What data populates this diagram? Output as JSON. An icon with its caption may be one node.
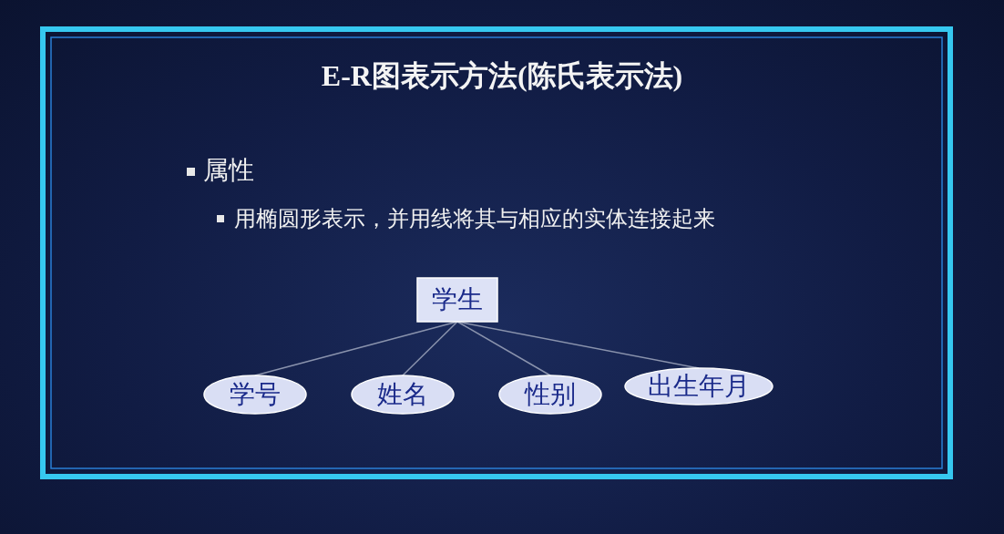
{
  "diagram": {
    "title": "E-R图表示方法(陈氏表示法)",
    "nodes": [
      {
        "text": [
          "学生"
        ]
      },
      {
        "text": [
          "学号"
        ]
      },
      {
        "text": [
          "姓名"
        ]
      },
      {
        "text": [
          "性别"
        ]
      },
      {
        "text": [
          "出生年月"
        ]
      }
    ],
    "edges": [
      {
        "from": 0,
        "to": 1,
        "arrow": "none"
      },
      {
        "from": 0,
        "to": 2,
        "arrow": "none"
      },
      {
        "from": 0,
        "to": 3,
        "arrow": "none"
      },
      {
        "from": 0,
        "to": 4,
        "arrow": "none"
      }
    ],
    "labels": [
      "属性",
      "用椭圆形表示，并用线将其与相应的实体连接起来"
    ]
  }
}
